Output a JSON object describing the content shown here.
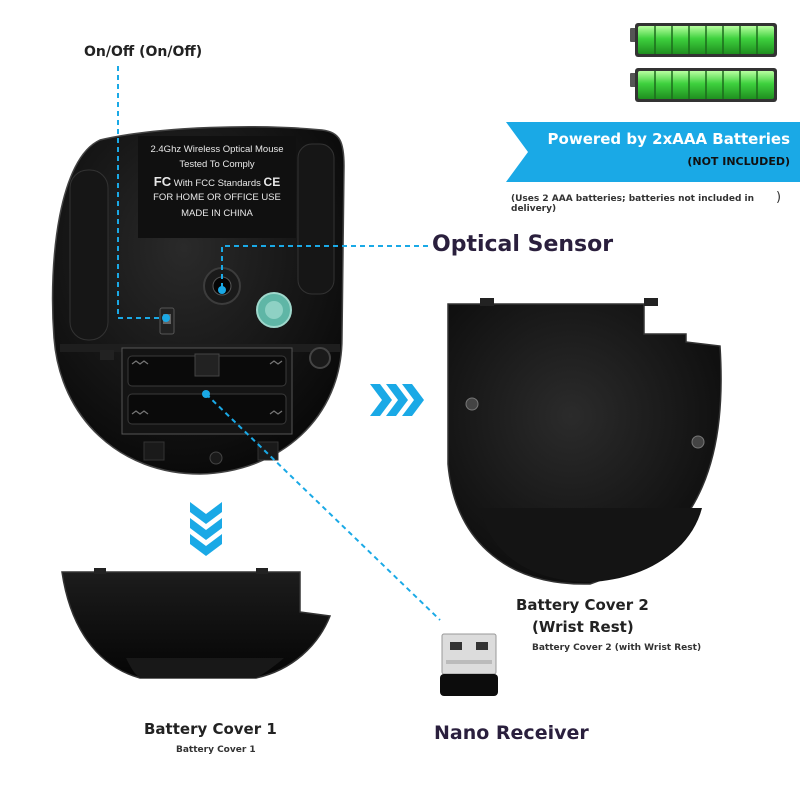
{
  "labels": {
    "on_off": "On/Off (On/Off)",
    "optical_sensor": "Optical Sensor",
    "battery_cover_2_title_line1": "Battery Cover 2",
    "battery_cover_2_title_line2": "(Wrist Rest)",
    "battery_cover_2_sub": "Battery Cover 2 (with Wrist Rest)",
    "battery_cover_1_title": "Battery Cover 1",
    "battery_cover_1_sub": "Battery Cover 1",
    "nano_receiver": "Nano Receiver"
  },
  "banner": {
    "title": "Powered by 2xAAA Batteries",
    "subtitle": "(NOT INCLUDED)",
    "note": "(Uses 2 AAA batteries; batteries not included in delivery)",
    "note_tail": ")",
    "color": "#1aa9e6"
  },
  "sticker": {
    "line1": "2.4Ghz Wireless Optical Mouse",
    "line2": "Tested  To Comply",
    "line3": "With FCC Standards",
    "fcc": "FC",
    "ce": "CE",
    "line4": "FOR HOME OR OFFICE USE",
    "line5": "MADE IN CHINA"
  },
  "colors": {
    "accent": "#1aa9e6",
    "battery_green": "#3ed13e",
    "product_black": "#0c0c0c"
  }
}
